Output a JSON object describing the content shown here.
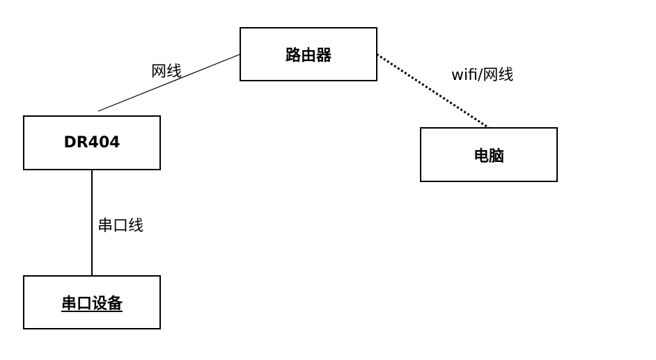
{
  "nodes": {
    "router": {
      "label": "路由器"
    },
    "dr404": {
      "label": "DR404"
    },
    "computer": {
      "label": "电脑"
    },
    "serial_device": {
      "label": "串口设备"
    }
  },
  "edges": {
    "router_dr404": {
      "label": "网线",
      "style": "solid"
    },
    "router_computer": {
      "label": "wifi/网线",
      "style": "dotted"
    },
    "dr404_serial": {
      "label": "串口线",
      "style": "solid"
    }
  }
}
